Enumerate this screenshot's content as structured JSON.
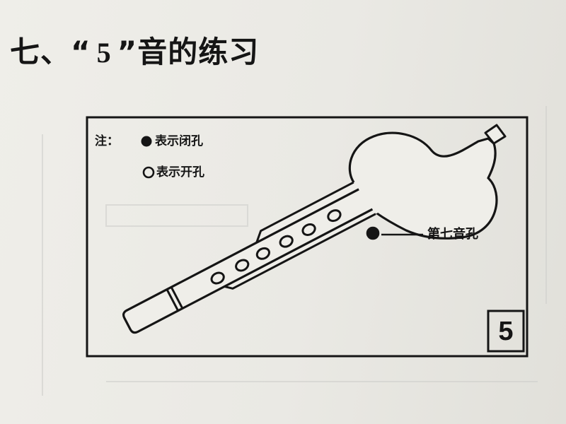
{
  "title": {
    "prefix": "七、“",
    "note": "5",
    "suffix": "”音的练习"
  },
  "diagram": {
    "legend": {
      "label": "注：",
      "closed_hole_text": "表示闭孔",
      "open_hole_text": "表示开孔"
    },
    "back_hole_label": "第七音孔",
    "note_box_value": "5",
    "front_holes_closed": [
      false,
      false,
      false,
      false,
      false,
      false
    ],
    "back_hole_closed": true
  },
  "colors": {
    "ink": "#151515",
    "paper": "#eeede8"
  }
}
